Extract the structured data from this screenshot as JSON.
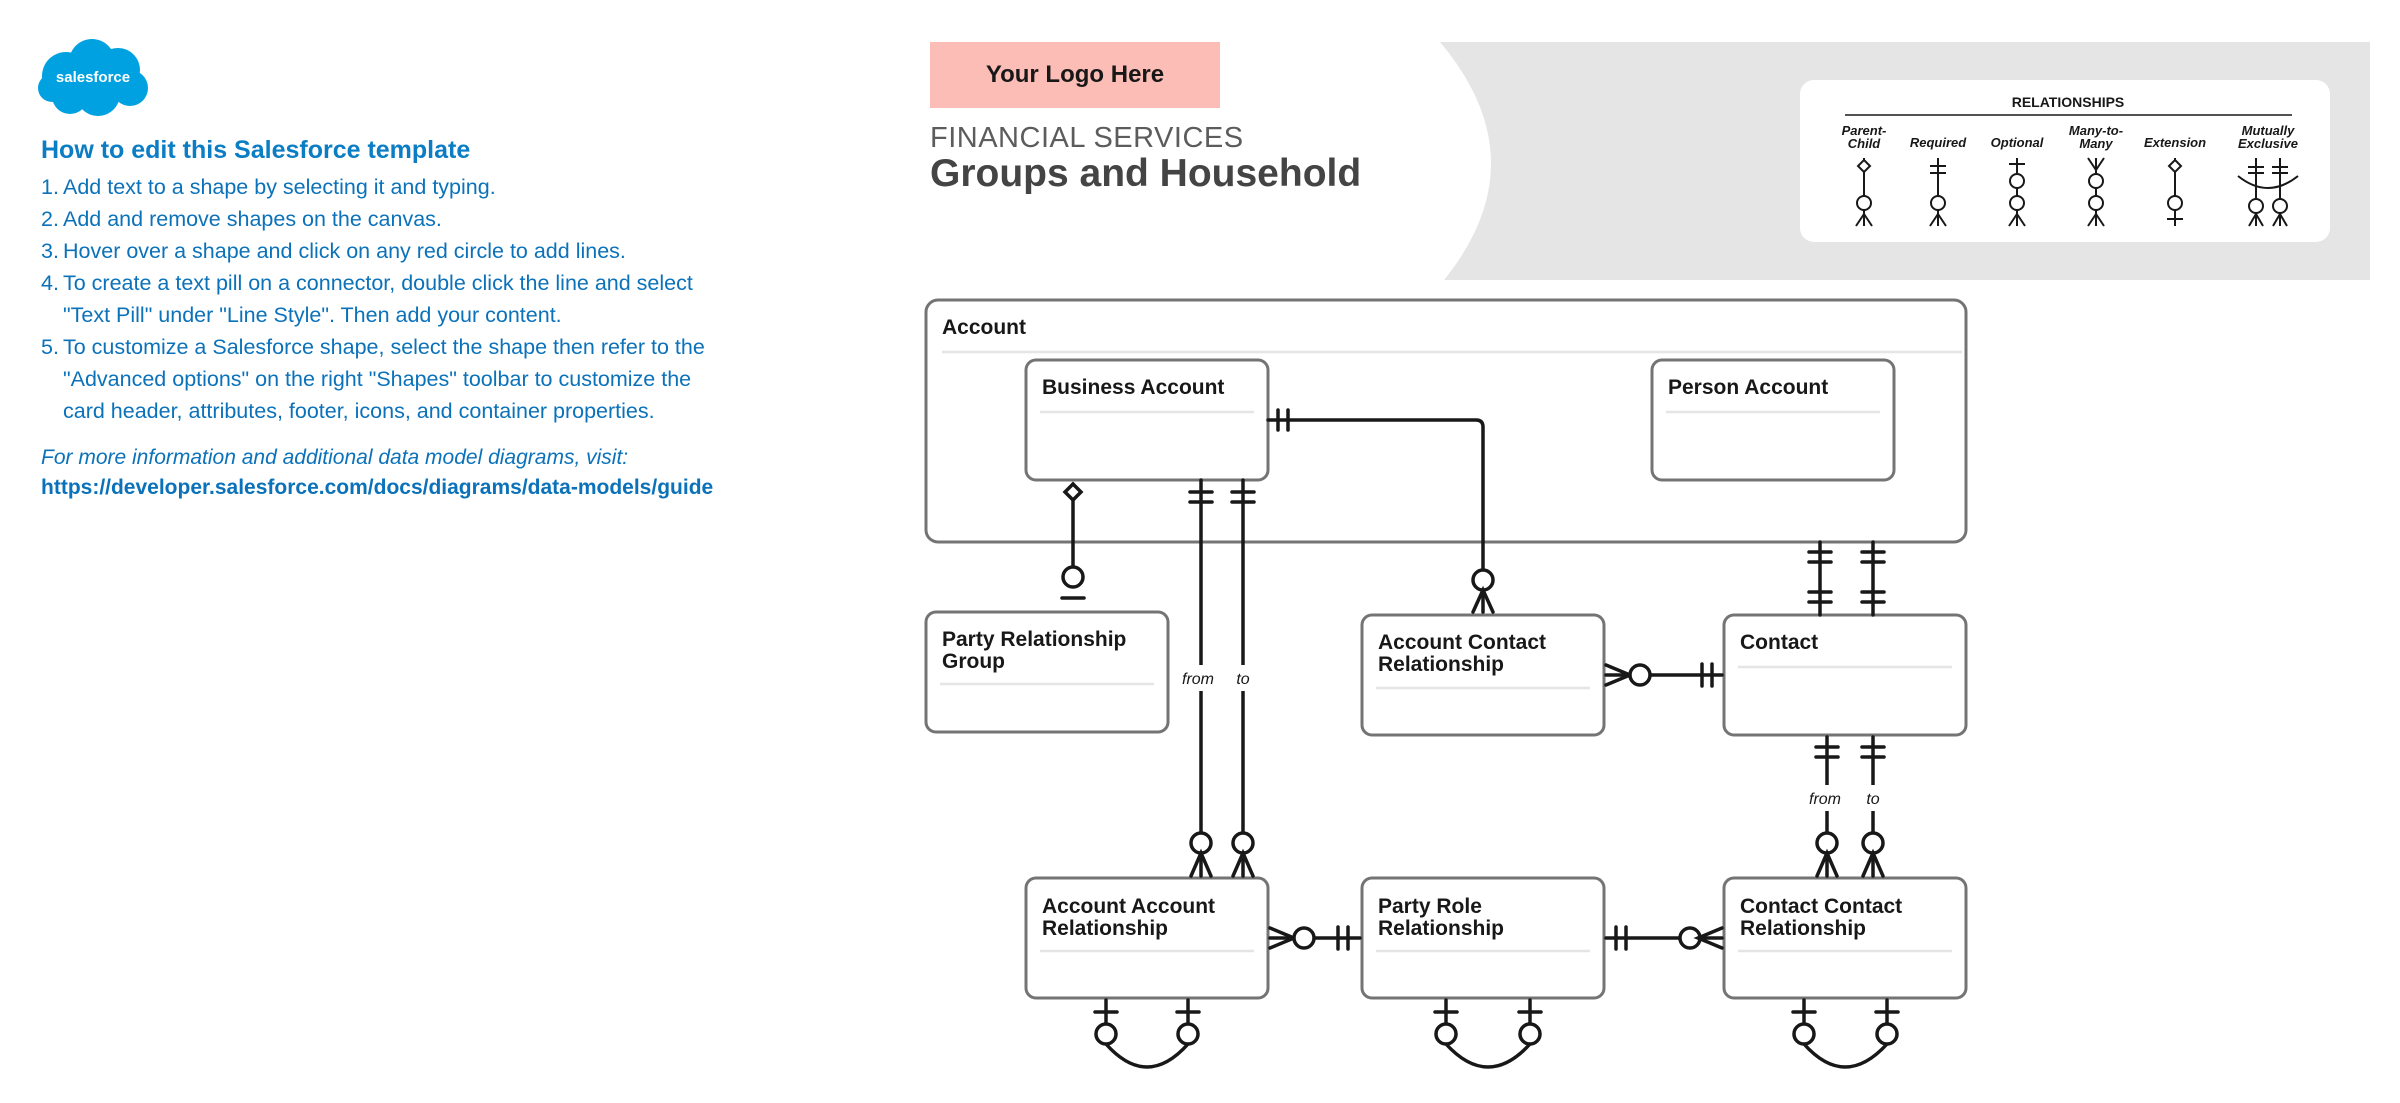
{
  "colors": {
    "accent": "#0176d3",
    "logo_bg": "#fdbdb7",
    "header_band": "#e5e5e5",
    "stroke": "#181818",
    "card_border": "#747474"
  },
  "brand": {
    "logo_text": "salesforce"
  },
  "help": {
    "heading": "How to edit this Salesforce template",
    "steps": [
      {
        "num": "1.",
        "line1": "Add text to a shape by selecting it and typing.",
        "line2": ""
      },
      {
        "num": "2.",
        "line1": "Add and remove shapes on the canvas.",
        "line2": ""
      },
      {
        "num": "3.",
        "line1": "Hover over a shape and click on any red circle to add lines.",
        "line2": ""
      },
      {
        "num": "4.",
        "line1": "To create a text pill on a connector, double click the line and select",
        "line2": "\"Text Pill\" under \"Line Style\". Then add your content."
      },
      {
        "num": "5.",
        "line1": "To customize a Salesforce shape, select the shape then refer to the",
        "line2": "\"Advanced options\" on the right \"Shapes\" toolbar to customize the",
        "line3": "card header, attributes, footer, icons, and container properties."
      }
    ],
    "more_info": "For more information and additional data model diagrams, visit:",
    "url": "https://developer.salesforce.com/docs/diagrams/data-models/guide"
  },
  "header": {
    "logo_placeholder": "Your Logo Here",
    "subtitle": "FINANCIAL SERVICES",
    "title": "Groups and Household"
  },
  "legend": {
    "title": "RELATIONSHIPS",
    "items": [
      {
        "line1": "Parent-",
        "line2": "Child"
      },
      {
        "line1": "Required",
        "line2": ""
      },
      {
        "line1": "Optional",
        "line2": ""
      },
      {
        "line1": "Many-to-",
        "line2": "Many"
      },
      {
        "line1": "Extension",
        "line2": ""
      },
      {
        "line1": "Mutually",
        "line2": "Exclusive"
      }
    ]
  },
  "container": {
    "title": "Account"
  },
  "entities": {
    "business_account": {
      "line1": "Business Account",
      "line2": ""
    },
    "person_account": {
      "line1": "Person Account",
      "line2": ""
    },
    "party_relationship_group": {
      "line1": "Party Relationship",
      "line2": "Group"
    },
    "account_contact_relationship": {
      "line1": "Account Contact",
      "line2": "Relationship"
    },
    "contact": {
      "line1": "Contact",
      "line2": ""
    },
    "account_account_relationship": {
      "line1": "Account Account",
      "line2": "Relationship"
    },
    "party_role_relationship": {
      "line1": "Party Role",
      "line2": "Relationship"
    },
    "contact_contact_relationship": {
      "line1": "Contact Contact",
      "line2": "Relationship"
    }
  },
  "connector_labels": {
    "account_from": "from",
    "account_to": "to",
    "contact_from": "from",
    "contact_to": "to"
  }
}
